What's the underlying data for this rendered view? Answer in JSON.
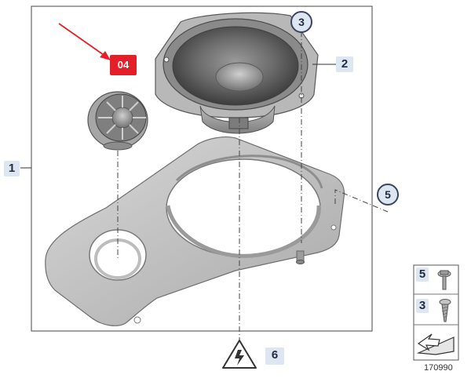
{
  "badge": {
    "label": "04",
    "color": "#e3202a"
  },
  "callouts": {
    "part_1": "1",
    "part_2": "2",
    "part_3": "3",
    "part_5": "5",
    "part_6": "6"
  },
  "legend": {
    "item_5": "5",
    "item_3": "3"
  },
  "diagram_code": "170990",
  "colors": {
    "accent": "#e3202a",
    "label_bg": "#dde6f1",
    "line": "#333333"
  },
  "icons": [
    "arrow-icon",
    "warning-triangle-icon",
    "bolt-icon",
    "screw-icon",
    "arrow-wedge-icon"
  ]
}
